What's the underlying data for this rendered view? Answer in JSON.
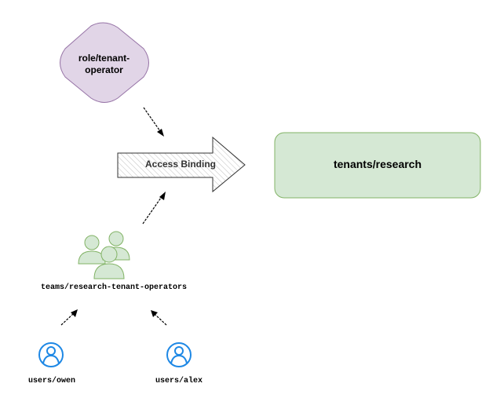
{
  "diagram": {
    "role_node": {
      "label": "role/tenant-operator",
      "line1": "role/tenant-",
      "line2": "operator",
      "fill": "#e1d5e7",
      "stroke": "#9673a6"
    },
    "access_binding": {
      "label": "Access Binding"
    },
    "tenant_node": {
      "label": "tenants/research",
      "fill": "#d5e8d4",
      "stroke": "#82b366"
    },
    "team_node": {
      "label": "teams/research-tenant-operators",
      "icon": "users-group-icon",
      "fill": "#d5e8d4",
      "stroke": "#82b366"
    },
    "user_nodes": [
      {
        "label": "users/owen",
        "icon": "user-icon"
      },
      {
        "label": "users/alex",
        "icon": "user-icon"
      }
    ],
    "user_icon_color": "#1e88e5"
  }
}
